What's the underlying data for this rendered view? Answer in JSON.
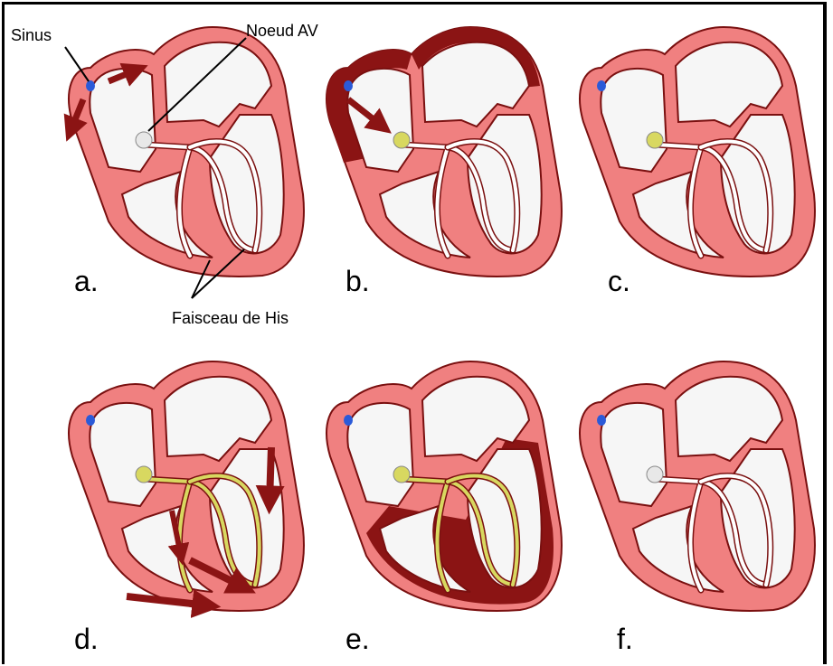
{
  "annotations": {
    "sinus": "Sinus",
    "av_node": "Noeud AV",
    "his_bundle": "Faisceau de His"
  },
  "panels": [
    {
      "label": "a.",
      "atria_active": false,
      "ventricles_active": false,
      "av_active": false,
      "bundle_active": false,
      "atrial_arrows": true,
      "av_arrow": false,
      "ventricle_arrows": false
    },
    {
      "label": "b.",
      "atria_active": true,
      "ventricles_active": false,
      "av_active": true,
      "bundle_active": false,
      "atrial_arrows": false,
      "av_arrow": true,
      "ventricle_arrows": false
    },
    {
      "label": "c.",
      "atria_active": false,
      "ventricles_active": false,
      "av_active": true,
      "bundle_active": false,
      "atrial_arrows": false,
      "av_arrow": false,
      "ventricle_arrows": false
    },
    {
      "label": "d.",
      "atria_active": false,
      "ventricles_active": false,
      "av_active": true,
      "bundle_active": true,
      "atrial_arrows": false,
      "av_arrow": false,
      "ventricle_arrows": true
    },
    {
      "label": "e.",
      "atria_active": false,
      "ventricles_active": true,
      "av_active": true,
      "bundle_active": true,
      "atrial_arrows": false,
      "av_arrow": false,
      "ventricle_arrows": false
    },
    {
      "label": "f.",
      "atria_active": false,
      "ventricles_active": false,
      "av_active": false,
      "bundle_active": false,
      "atrial_arrows": false,
      "av_arrow": false,
      "ventricle_arrows": false
    }
  ],
  "colors": {
    "wall": "#f08080",
    "wall_stroke": "#7a1010",
    "chamber": "#f6f6f6",
    "active": "#8b1414",
    "sinus_node": "#2a5ad8",
    "av_node_idle": "#e8e8e8",
    "av_node_active": "#d8d860",
    "bundle_idle": "#ffffff",
    "bundle_active": "#d8d860",
    "arrow": "#8b1414"
  }
}
